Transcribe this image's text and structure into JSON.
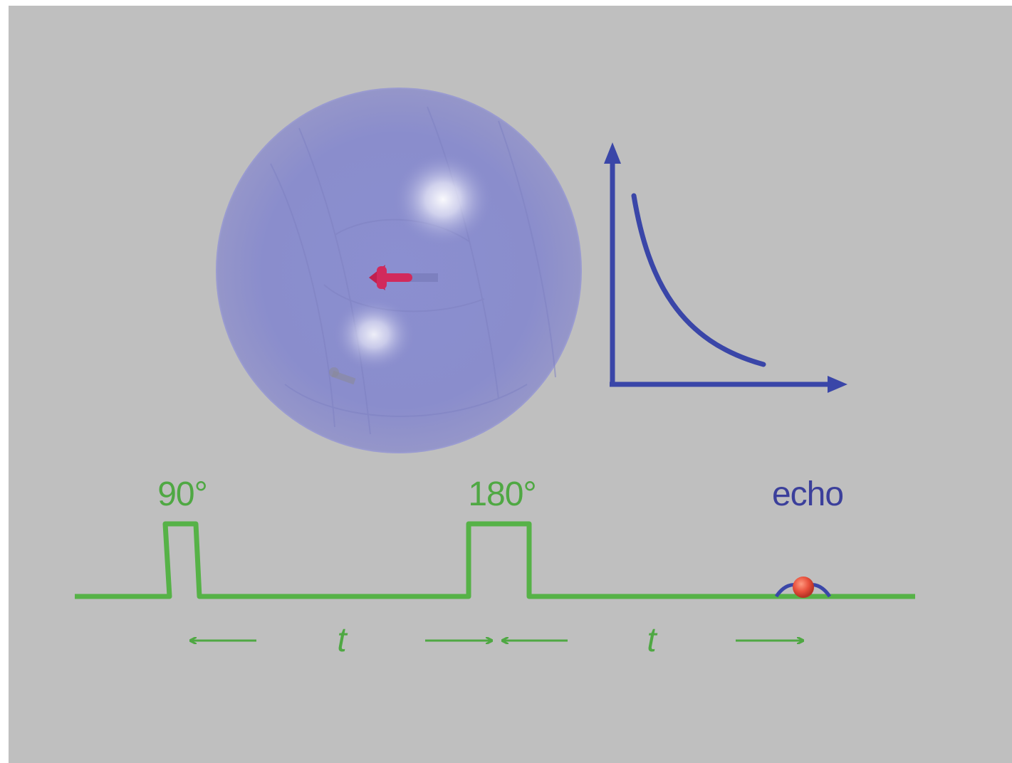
{
  "colors": {
    "background": "#bfbfbf",
    "sphere": "#8a8dcc",
    "magnetization_arrow": "#d12a5c",
    "decay_curve": "#3a46a8",
    "pulse_line": "#56b247",
    "labels_green": "#4fa843",
    "echo_label": "#3b3f9b",
    "echo_marker": "#e8503c"
  },
  "pulses": [
    {
      "label": "90°"
    },
    {
      "label": "180°"
    }
  ],
  "echo": {
    "label": "echo"
  },
  "intervals": [
    {
      "label": "t"
    },
    {
      "label": "t"
    }
  ],
  "icons": {
    "sphere": "bloch-sphere-icon",
    "arrow": "magnetization-arrow-icon",
    "decay": "decay-curve-icon",
    "echo_marker": "echo-marker-icon"
  }
}
